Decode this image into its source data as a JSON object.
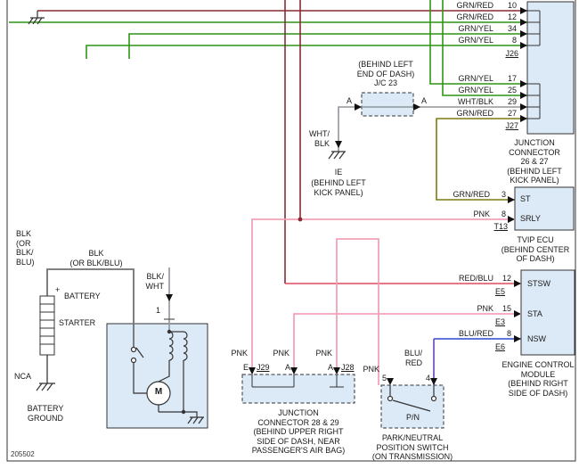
{
  "meta": {
    "doc_number": "205502"
  },
  "colors": {
    "wire_green": "#2f9413",
    "wire_maroon": "#8a2a33",
    "wire_olive": "#7c7a10",
    "wire_gray": "#8f959c",
    "wire_pink": "#f2a3b8",
    "wire_red": "#e2485c",
    "wire_blue": "#2b49cf",
    "wire_purple": "#6b3fc0",
    "box_fill": "#dce9f7"
  },
  "jc2627": {
    "rows": [
      {
        "wire": "GRN/RED",
        "pin": "10"
      },
      {
        "wire": "GRN/RED",
        "pin": "12"
      },
      {
        "wire": "GRN/YEL",
        "pin": "34"
      },
      {
        "wire": "GRN/YEL",
        "pin": "8"
      },
      {
        "wire": "GRN/YEL",
        "pin": "17"
      },
      {
        "wire": "GRN/YEL",
        "pin": "25"
      },
      {
        "wire": "WHT/BLK",
        "pin": "29"
      },
      {
        "wire": "GRN/RED",
        "pin": "27"
      }
    ],
    "j26": "J26",
    "j27": "J27",
    "caption": "JUNCTION\nCONNECTOR\n26 & 27\n(BEHIND LEFT\nKICK PANEL)"
  },
  "jc23": {
    "caption": "(BEHIND LEFT\nEND OF DASH)\nJ/C 23",
    "pin_left": "A",
    "pin_right": "A"
  },
  "ie": {
    "wire": "WHT/\nBLK",
    "name": "IE",
    "caption": "(BEHIND LEFT\nKICK PANEL)"
  },
  "tvip": {
    "rows": [
      {
        "wire": "GRN/RED",
        "pin": "3",
        "terminal": "ST"
      },
      {
        "wire": "PNK",
        "pin": "8",
        "terminal": "SRLY"
      }
    ],
    "connector": "T13",
    "caption": "TVIP ECU\n(BEHIND CENTER\nOF DASH)"
  },
  "ecm": {
    "rows": [
      {
        "wire": "RED/BLU",
        "pin": "12",
        "terminal": "STSW",
        "connector": "E5"
      },
      {
        "wire": "PNK",
        "pin": "15",
        "terminal": "STA",
        "connector": "E3"
      },
      {
        "wire": "BLU/RED",
        "pin": "8",
        "terminal": "NSW",
        "connector": "E6"
      }
    ],
    "caption": "ENGINE CONTROL\nMODULE\n(BEHIND RIGHT\nSIDE OF DASH)"
  },
  "battery": {
    "label": "BATTERY",
    "plus": "+",
    "cable_left": "BLK\n(OR\nBLK/\nBLU)",
    "cable_top": "BLK\n(OR BLK/BLU)",
    "nca": "NCA",
    "ground": "BATTERY\nGROUND"
  },
  "starter": {
    "label": "STARTER",
    "wire": "BLK/\nWHT",
    "pin": "1",
    "motor": "M"
  },
  "jc2829": {
    "pnk1": "PNK",
    "pnk2": "PNK",
    "pnk3": "PNK",
    "pin1": "E",
    "pin2": "A",
    "pin3": "A",
    "j29": "J29",
    "j28": "J28",
    "caption": "JUNCTION\nCONNECTOR 28 & 29\n(BEHIND UPPER RIGHT\nSIDE OF DASH, NEAR\nPASSENGER'S AIR BAG)"
  },
  "pnp": {
    "wire5": "PNK",
    "wire4": "BLU/\nRED",
    "pin5": "5",
    "pin4": "4",
    "contact": "P/N",
    "caption": "PARK/NEUTRAL\nPOSITION SWITCH\n(ON TRANSMISSION)"
  }
}
